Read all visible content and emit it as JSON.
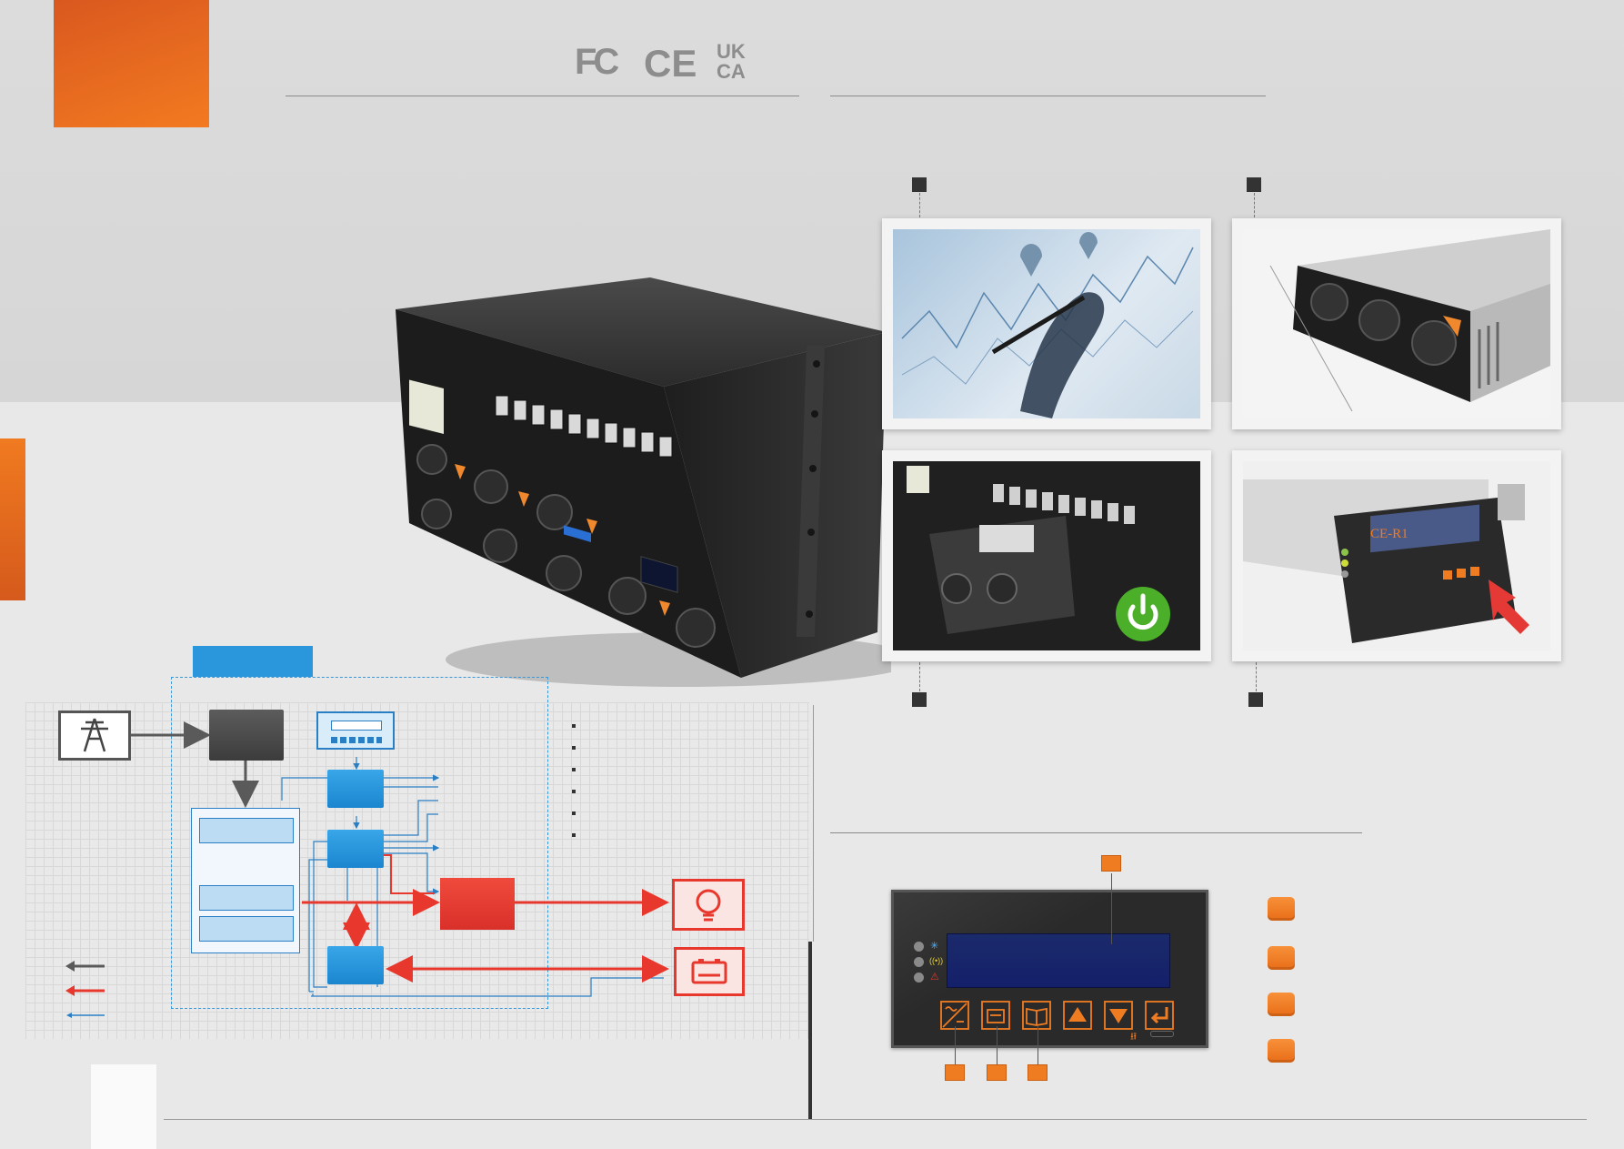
{
  "certifications": {
    "fc": "FC",
    "ce": "CE",
    "uk": "UK",
    "ca": "CA"
  },
  "icons": {
    "power_grid": "power-tower-icon",
    "lamp": "light-bulb-icon",
    "battery": "battery-icon",
    "power_button": "power-button-icon",
    "pointer": "red-arrow-icon",
    "led_run": "sun-icon",
    "led_comm": "signal-icon",
    "led_alarm": "warning-icon",
    "key_rectifier": "rectifier-icon",
    "key_battery": "battery-key-icon",
    "key_manual": "book-icon",
    "key_up": "arrow-up-icon",
    "key_down": "arrow-down-icon",
    "key_enter": "enter-icon",
    "usb": "usb-icon"
  },
  "photos": {
    "rack_module_label": "CE-R1"
  },
  "colors": {
    "accent_orange": "#f37a20",
    "diagram_blue": "#2a97dc",
    "diagram_red": "#e8382d",
    "diagram_gray": "#5a5a5a",
    "power_green": "#4caf2a"
  }
}
